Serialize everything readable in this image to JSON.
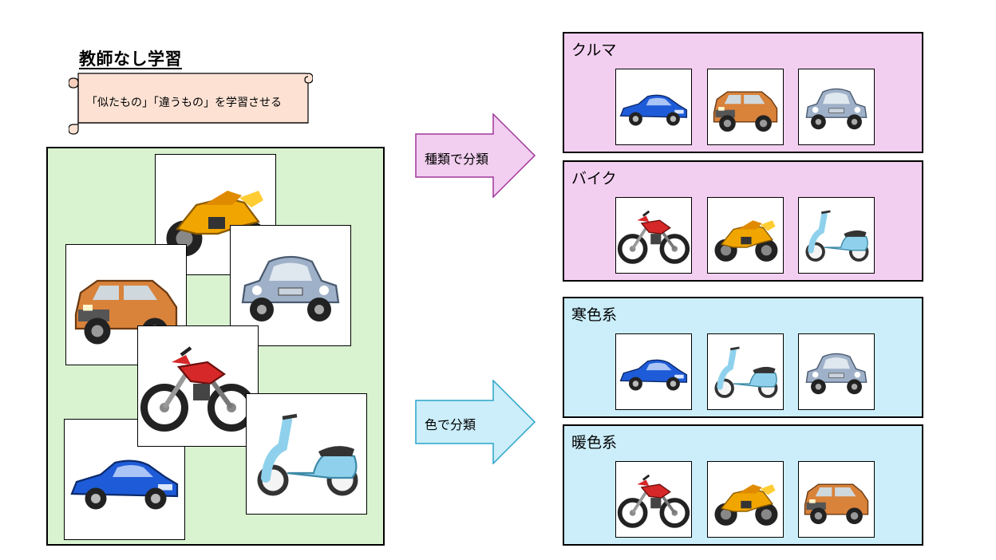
{
  "title": "教師なし学習",
  "subtitle": "「似たもの」「違うもの」を学習させる",
  "colors": {
    "pool_bg": "#d9f2d0",
    "type_group_bg": "#f2cff0",
    "color_group_bg": "#cbeefa",
    "type_arrow": "#f2cff0",
    "color_arrow": "#cbeefa"
  },
  "pool_items": [
    "sport-motorcycle-icon",
    "suv-icon",
    "classic-car-icon",
    "dirt-bike-icon",
    "blue-coupe-icon",
    "scooter-icon"
  ],
  "arrows": {
    "by_type": "種類で分類",
    "by_color": "色で分類"
  },
  "groups": {
    "car": {
      "label": "クルマ",
      "items": [
        "blue-coupe-icon",
        "suv-icon",
        "classic-car-icon"
      ]
    },
    "bike": {
      "label": "バイク",
      "items": [
        "dirt-bike-icon",
        "sport-motorcycle-icon",
        "scooter-icon"
      ]
    },
    "cool": {
      "label": "寒色系",
      "items": [
        "blue-coupe-icon",
        "scooter-icon",
        "classic-car-icon"
      ]
    },
    "warm": {
      "label": "暖色系",
      "items": [
        "dirt-bike-icon",
        "sport-motorcycle-icon",
        "suv-icon"
      ]
    }
  }
}
